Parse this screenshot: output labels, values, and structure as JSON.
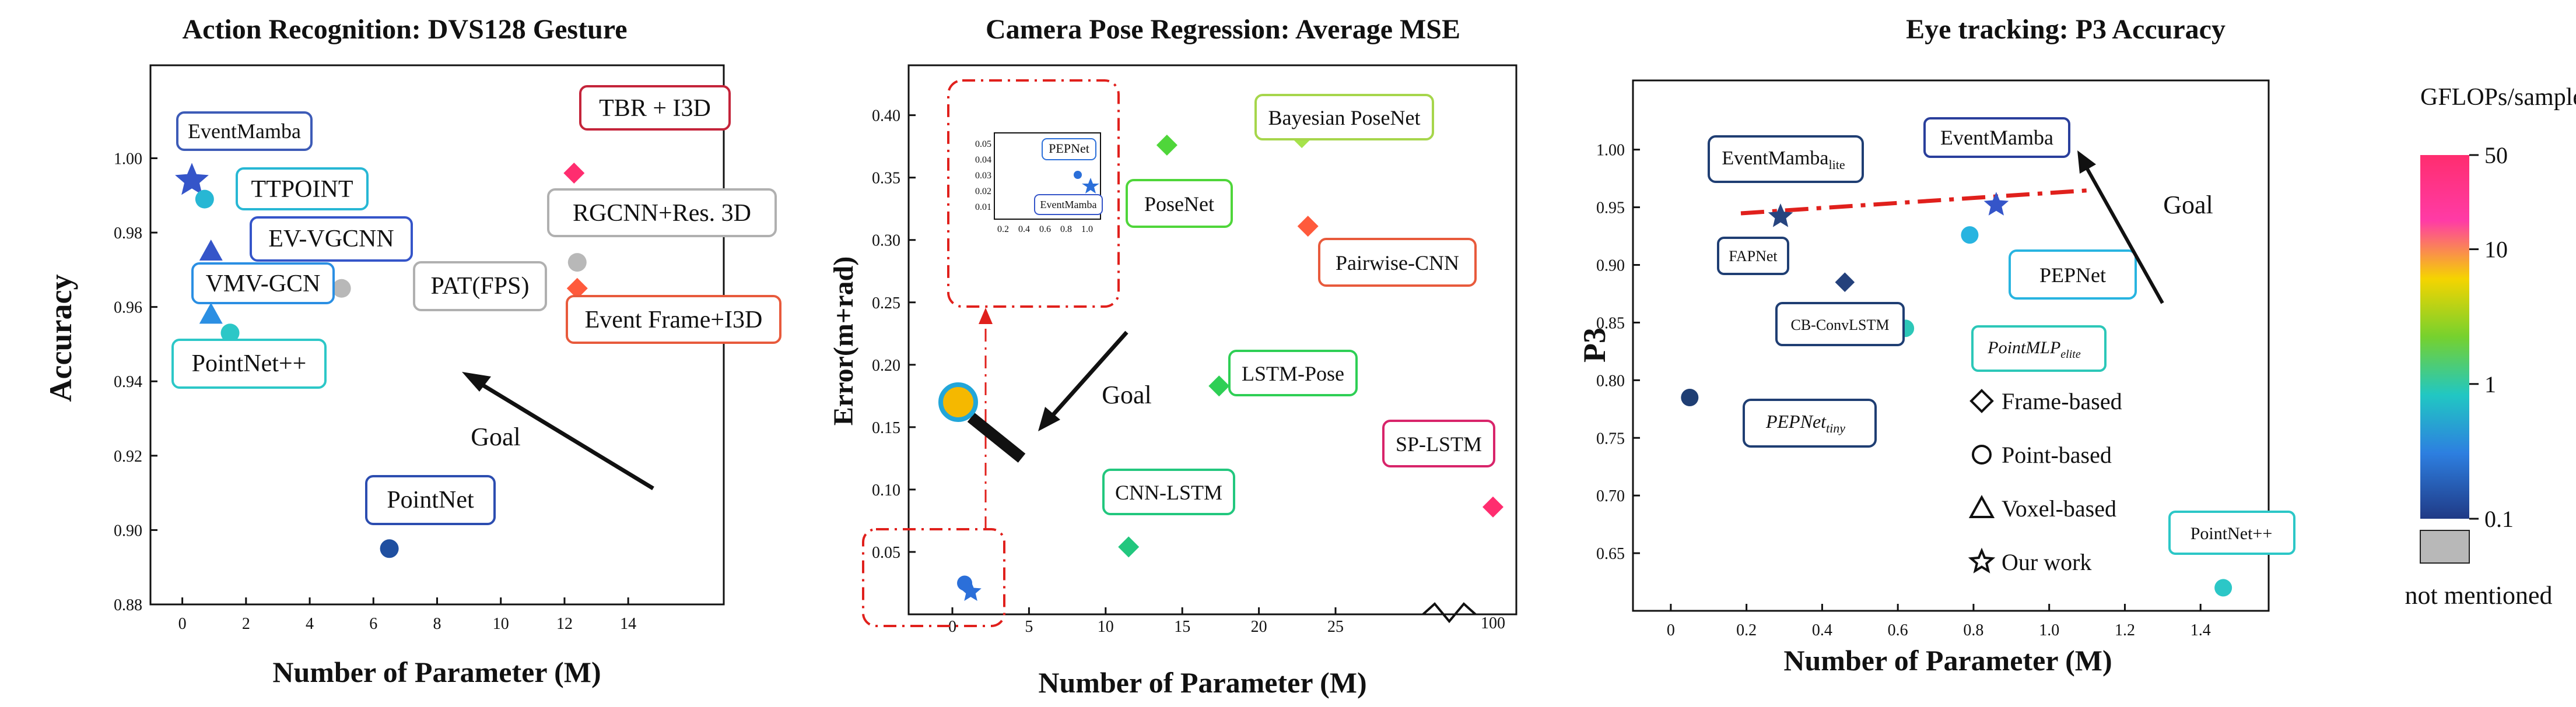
{
  "colorbar": {
    "title": "GFLOPs/sample",
    "ticks": [
      {
        "label": "50",
        "value": 50
      },
      {
        "label": "10",
        "value": 10
      },
      {
        "label": "1",
        "value": 1
      },
      {
        "label": "0.1",
        "value": 0.1
      }
    ],
    "stops": [
      "#ff2d6f",
      "#ff3ba6",
      "#f5d400",
      "#76d12e",
      "#21c7c3",
      "#2d7fe0",
      "#203a86"
    ],
    "not_mentioned_label": "not mentioned",
    "not_mentioned_color": "#b8b8b8"
  },
  "chart_data": [
    {
      "type": "scatter",
      "title": "Action Recognition: DVS128 Gesture",
      "xlabel": "Number of Parameter (M)",
      "ylabel": "Accuracy",
      "xlim": [
        -1,
        17
      ],
      "ylim": [
        0.88,
        1.025
      ],
      "xticks": [
        0,
        2,
        4,
        6,
        8,
        10,
        12,
        14
      ],
      "yticks": [
        0.88,
        0.9,
        0.92,
        0.94,
        0.96,
        0.98,
        1.0
      ],
      "ytick_labels": [
        "0.88",
        "0.90",
        "0.92",
        "0.94",
        "0.96",
        "0.98",
        "1.00"
      ],
      "points": [
        {
          "name": "EventMamba",
          "x": 0.3,
          "y": 0.994,
          "marker": "star",
          "color": "#3555c9",
          "label_color": "#3d5bb7"
        },
        {
          "name": "TTPOINT",
          "x": 0.7,
          "y": 0.989,
          "marker": "circle",
          "color": "#27b7d4",
          "label_color": "#27b7d4"
        },
        {
          "name": "EV-VGCNN",
          "x": 0.9,
          "y": 0.975,
          "marker": "triangle",
          "color": "#3555c9",
          "label_color": "#3555c9"
        },
        {
          "name": "VMV-GCN",
          "x": 0.9,
          "y": 0.958,
          "marker": "triangle",
          "color": "#2b8fe3",
          "label_color": "#2b8fe3"
        },
        {
          "name": "PointNet++",
          "x": 1.5,
          "y": 0.953,
          "marker": "circle",
          "color": "#2cc7c7",
          "label_color": "#2cc7c7"
        },
        {
          "name": "PAT(FPS)",
          "x": 5.0,
          "y": 0.965,
          "marker": "circle",
          "color": "#b8b8b8",
          "label_color": "#b0b0b0"
        },
        {
          "name": "TBR + I3D",
          "x": 12.3,
          "y": 0.996,
          "marker": "diamond",
          "color": "#ff2d6f",
          "label_color": "#c4243a"
        },
        {
          "name": "RGCNN+Res. 3D",
          "x": 12.4,
          "y": 0.972,
          "marker": "circle",
          "color": "#b8b8b8",
          "label_color": "#b0b0b0"
        },
        {
          "name": "Event Frame+I3D",
          "x": 12.4,
          "y": 0.965,
          "marker": "diamond",
          "color": "#ff5a3c",
          "label_color": "#e85a3c"
        },
        {
          "name": "PointNet",
          "x": 6.5,
          "y": 0.895,
          "marker": "circle",
          "color": "#1f4fa0",
          "label_color": "#2c4db0"
        }
      ],
      "annotation": "Goal"
    },
    {
      "type": "scatter",
      "title": "Camera Pose Regression: Average MSE",
      "xlabel": "Number of Parameter (M)",
      "ylabel": "Error(m+rad)",
      "xlim": [
        -3,
        32
      ],
      "ylim": [
        0,
        0.44
      ],
      "xticks": [
        0,
        5,
        10,
        15,
        20,
        25
      ],
      "xtick_extra": "100",
      "yticks": [
        0.05,
        0.1,
        0.15,
        0.2,
        0.25,
        0.3,
        0.35,
        0.4
      ],
      "ytick_labels": [
        "0.05",
        "0.10",
        "0.15",
        "0.20",
        "0.25",
        "0.30",
        "0.35",
        "0.40"
      ],
      "points": [
        {
          "name": "PoseNet",
          "x": 14,
          "y": 0.376,
          "marker": "diamond",
          "color": "#4fd63a",
          "label_color": "#4fd63a"
        },
        {
          "name": "Bayesian PoseNet",
          "x": 22.8,
          "y": 0.382,
          "marker": "diamond",
          "color": "#a6e34b",
          "label_color": "#a6d64b"
        },
        {
          "name": "Pairwise-CNN",
          "x": 23.2,
          "y": 0.311,
          "marker": "diamond",
          "color": "#ff5a3c",
          "label_color": "#e85a3c"
        },
        {
          "name": "LSTM-Pose",
          "x": 17.4,
          "y": 0.183,
          "marker": "diamond",
          "color": "#2ecf55",
          "label_color": "#2ecf55"
        },
        {
          "name": "CNN-LSTM",
          "x": 11.5,
          "y": 0.054,
          "marker": "diamond",
          "color": "#22c77e",
          "label_color": "#22c77e"
        },
        {
          "name": "SP-LSTM",
          "x": 100,
          "y": 0.086,
          "marker": "diamond",
          "color": "#ff2d6f",
          "label_color": "#d8246a"
        },
        {
          "name": "PEPNet",
          "x": 0.8,
          "y": 0.025,
          "marker": "circle",
          "color": "#2b6fd9",
          "label_color": "#2b6fd9"
        },
        {
          "name": "EventMamba",
          "x": 1.2,
          "y": 0.018,
          "marker": "star",
          "color": "#2b6fd9",
          "label_color": "#3555c9"
        }
      ],
      "inset": {
        "xticks": [
          "0.2",
          "0.4",
          "0.6",
          "0.8",
          "1.0"
        ],
        "yticks": [
          "0.05",
          "0.04",
          "0.03",
          "0.02",
          "0.01"
        ],
        "labels": [
          "PEPNet",
          "EventMamba"
        ]
      },
      "annotation": "Goal"
    },
    {
      "type": "scatter",
      "title": "Eye tracking:  P3 Accuracy",
      "xlabel": "Number of Parameter (M)",
      "ylabel": "P3",
      "xlim": [
        -0.1,
        1.58
      ],
      "ylim": [
        0.6,
        1.06
      ],
      "xticks": [
        0,
        0.2,
        0.4,
        0.6,
        0.8,
        1.0,
        1.2,
        1.4
      ],
      "xtick_labels": [
        "0",
        "0.2",
        "0.4",
        "0.6",
        "0.8",
        "1.0",
        "1.2",
        "1.4"
      ],
      "yticks": [
        0.65,
        0.7,
        0.75,
        0.8,
        0.85,
        0.9,
        0.95,
        1.0
      ],
      "ytick_labels": [
        "0.65",
        "0.70",
        "0.75",
        "0.80",
        "0.85",
        "0.90",
        "0.95",
        "1.00"
      ],
      "points": [
        {
          "name": "EventMamba",
          "x": 0.86,
          "y": 0.952,
          "marker": "star",
          "color": "#3555c9",
          "label_color": "#2a3f9c"
        },
        {
          "name": "EventMamba_lite",
          "x": 0.29,
          "y": 0.942,
          "marker": "star",
          "color": "#26447f",
          "label_color": "#1f3e73"
        },
        {
          "name": "FAPNet",
          "x": 0.29,
          "y": 0.915,
          "marker": "circle",
          "color": "#24417c",
          "label_color": "#1f3e73"
        },
        {
          "name": "CB-ConvLSTM",
          "x": 0.46,
          "y": 0.885,
          "marker": "diamond",
          "color": "#24417c",
          "label_color": "#1f3e73"
        },
        {
          "name": "PEPNet",
          "x": 0.79,
          "y": 0.926,
          "marker": "circle",
          "color": "#28b4e0",
          "label_color": "#28b4e0"
        },
        {
          "name": "PointMLP_elite",
          "x": 0.62,
          "y": 0.845,
          "marker": "circle",
          "color": "#2cc7b8",
          "label_color": "#2cc7b8"
        },
        {
          "name": "PEPNet_tiny",
          "x": 0.05,
          "y": 0.785,
          "marker": "circle",
          "color": "#1f3e73",
          "label_color": "#1f3e73"
        },
        {
          "name": "PointNet++",
          "x": 1.46,
          "y": 0.62,
          "marker": "circle",
          "color": "#2cc7c7",
          "label_color": "#2cc7c7"
        }
      ],
      "legend": {
        "items": [
          {
            "marker": "diamond",
            "label": "Frame-based"
          },
          {
            "marker": "circle",
            "label": "Point-based"
          },
          {
            "marker": "triangle",
            "label": "Voxel-based"
          },
          {
            "marker": "star",
            "label": "Our work"
          }
        ]
      },
      "annotation": "Goal"
    }
  ]
}
